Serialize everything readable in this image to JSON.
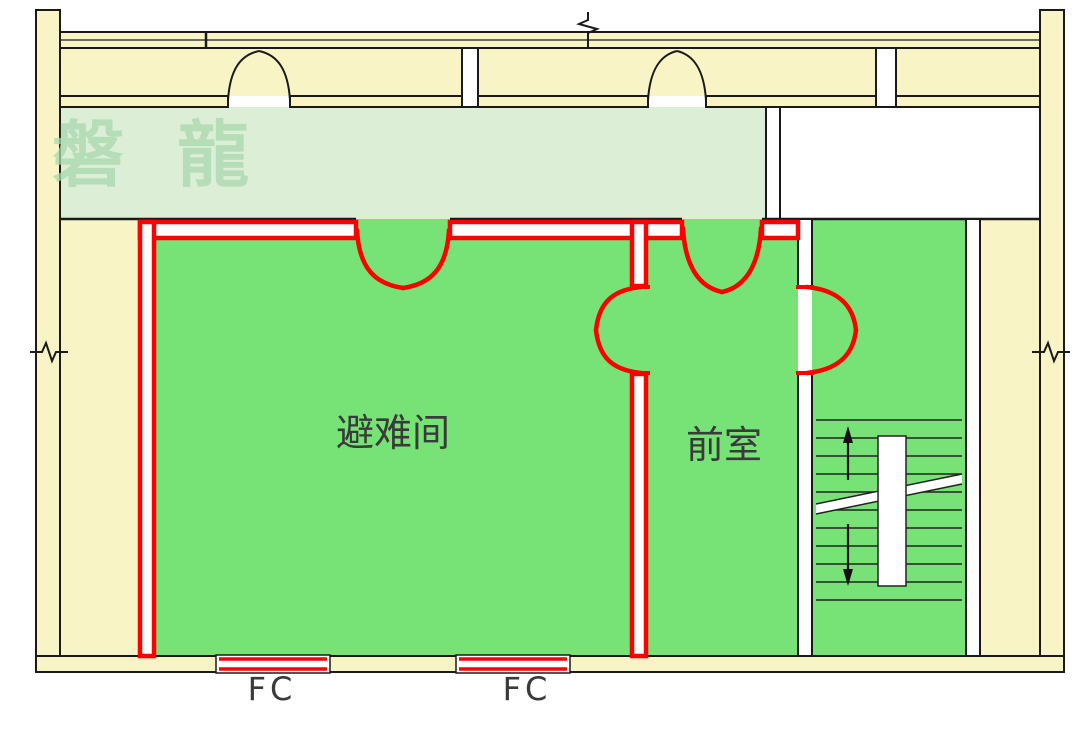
{
  "plan": {
    "watermark": "磐 龍",
    "rooms": {
      "refuge": "避难间",
      "anteroom": "前室"
    },
    "windows": {
      "fc1": "FC",
      "fc2": "FC"
    },
    "colors": {
      "highlight_green": "#77E377",
      "corridor_green": "#DCEFD6",
      "room_cream": "#F8F4C6",
      "fire_red": "#FE0000",
      "wall_black": "#1A1A1A",
      "label_color": "#3A3A3A",
      "watermark_green": "#A8D9AE"
    }
  }
}
